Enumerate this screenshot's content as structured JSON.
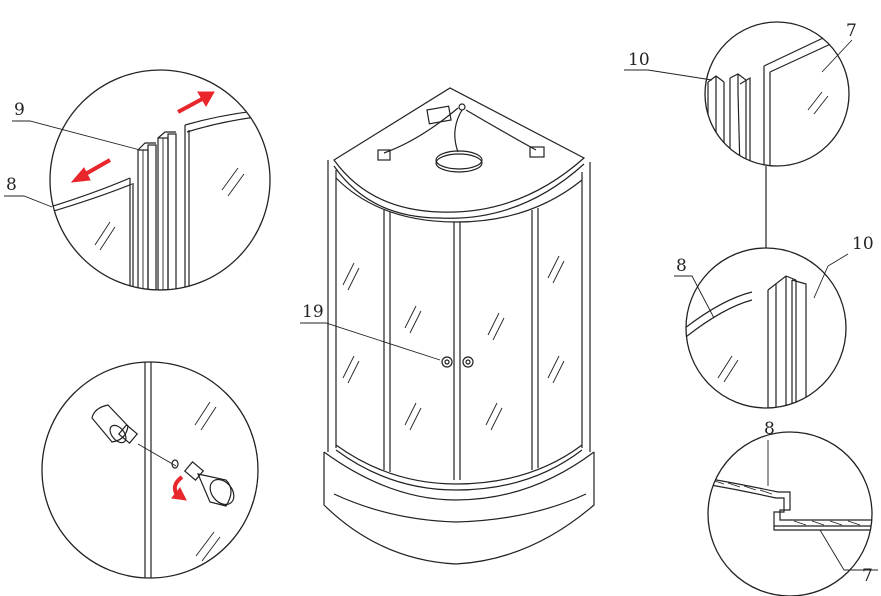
{
  "labels": {
    "part_9": "9",
    "part_8_top_left": "8",
    "part_19": "19",
    "part_10_top_right": "10",
    "part_7_top_right": "7",
    "part_8_mid_right": "8",
    "part_10_mid_right": "10",
    "part_8_bottom_right": "8",
    "part_7_bottom_right": "7"
  },
  "colors": {
    "line": "#222222",
    "arrow": "#e8262c",
    "background": "#ffffff"
  }
}
